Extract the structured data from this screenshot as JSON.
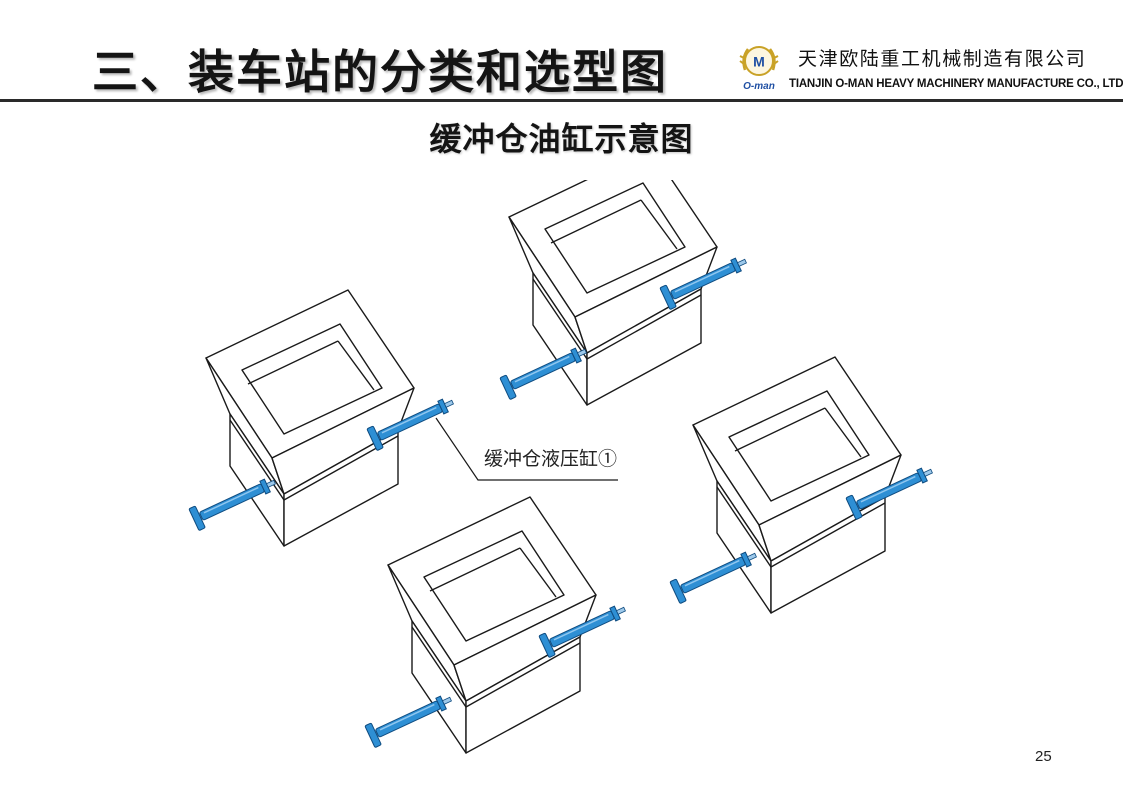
{
  "header": {
    "title": "三、装车站的分类和选型图",
    "company_cn": "天津欧陆重工机械制造有限公司",
    "company_en": "TIANJIN O-MAN HEAVY MACHINERY MANUFACTURE CO., LTD",
    "logo_letter": "M",
    "logo_wordmark": "O-man"
  },
  "main": {
    "subtitle": "缓冲仓油缸示意图",
    "callout": "缓冲仓液压缸①",
    "cylinder_color": "#2e8fd4"
  },
  "footer": {
    "page_number": "25"
  }
}
